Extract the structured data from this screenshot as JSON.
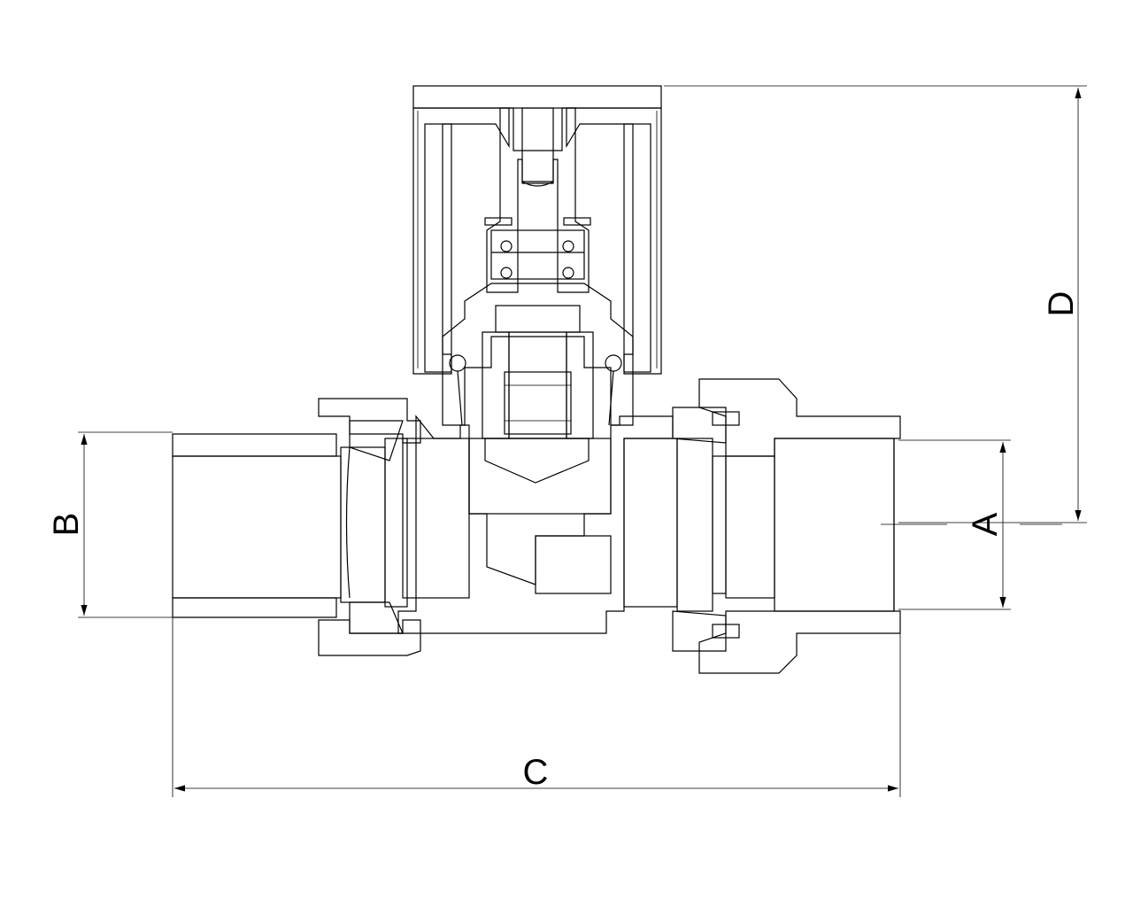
{
  "dimensions": {
    "a": "A",
    "b": "B",
    "c": "C",
    "d": "D"
  },
  "icons": [
    "valve-section-drawing",
    "arrowhead-icon"
  ]
}
